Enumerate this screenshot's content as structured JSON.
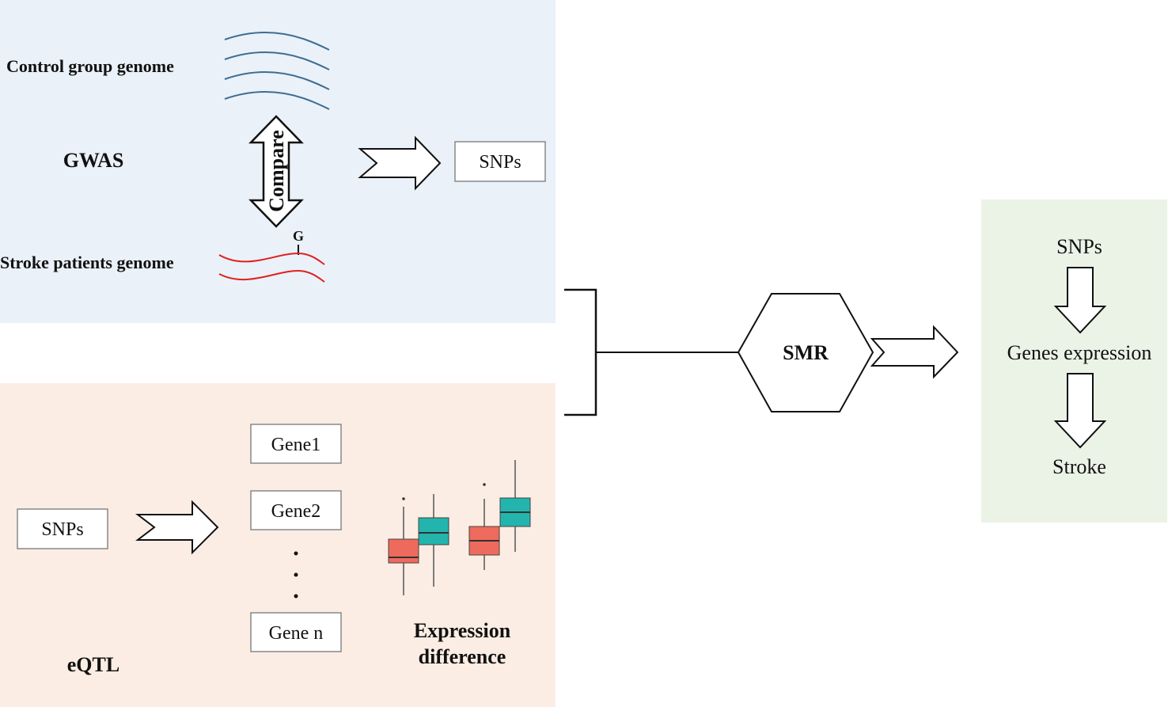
{
  "gwas": {
    "title": "GWAS",
    "control_label": "Control group genome",
    "stroke_label": "Stroke patients genome",
    "compare_label": "Compare",
    "snp_allele": "G",
    "output_box": "SNPs"
  },
  "eqtl": {
    "title": "eQTL",
    "input_box": "SNPs",
    "genes": [
      "Gene1",
      "Gene2",
      "Gene n"
    ],
    "expression_label_line1": "Expression",
    "expression_label_line2": "difference"
  },
  "smr": {
    "label": "SMR"
  },
  "result": {
    "steps": [
      "SNPs",
      "Genes expression",
      "Stroke"
    ]
  },
  "colors": {
    "gwas_bg": "#eaf1f9",
    "eqtl_bg": "#fbede4",
    "result_bg": "#ebf2e6",
    "control_wave": "#3d6e94",
    "stroke_wave": "#e02020",
    "box_red": "#ee6a5d",
    "box_teal": "#23b5ad"
  }
}
